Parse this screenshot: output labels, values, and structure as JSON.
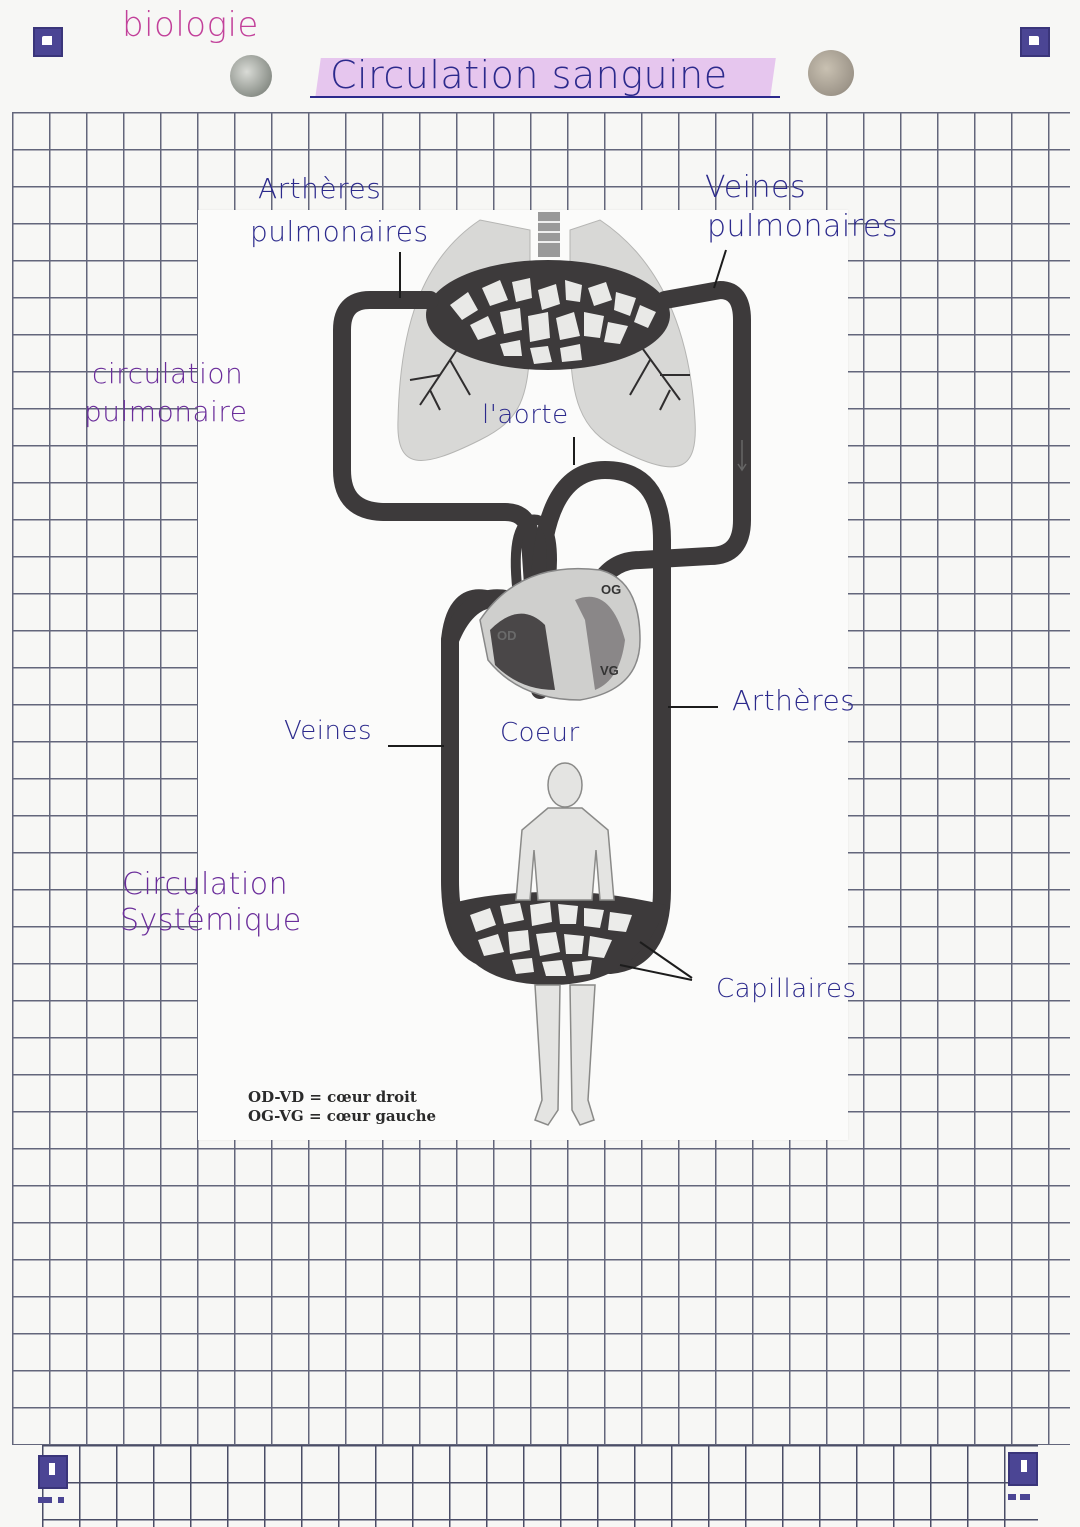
{
  "page": {
    "subject": "biologie",
    "title": "Circulation sanguine"
  },
  "labels": {
    "pulmonary_arteries_line1": "Arthères",
    "pulmonary_arteries_line2": "pulmonaires",
    "pulmonary_veins_line1": "Veines",
    "pulmonary_veins_line2": "pulmonaires",
    "pulmonary_circulation_line1": "circulation",
    "pulmonary_circulation_line2": "pulmonaire",
    "aorta": "l'aorte",
    "heart": "Coeur",
    "veins": "Veines",
    "arteries": "Arthères",
    "systemic_circulation_line1": "Circulation",
    "systemic_circulation_line2": "Systémique",
    "capillaries": "Capillaires"
  },
  "heart_chambers": {
    "right_atrium": "OD",
    "left_atrium": "OG",
    "left_ventricle": "VG"
  },
  "legend": {
    "line1": "OD-VD = cœur droit",
    "line2": "OG-VG = cœur gauche"
  },
  "colors": {
    "ink_blue": "#2c2a8c",
    "ink_purple": "#6a2c9a",
    "ink_pink": "#c2409a",
    "highlight": "#e6c6ee",
    "vessel": "#3d3a3b",
    "grid": "#4a4d66",
    "corner_marker": "#4b4594"
  }
}
